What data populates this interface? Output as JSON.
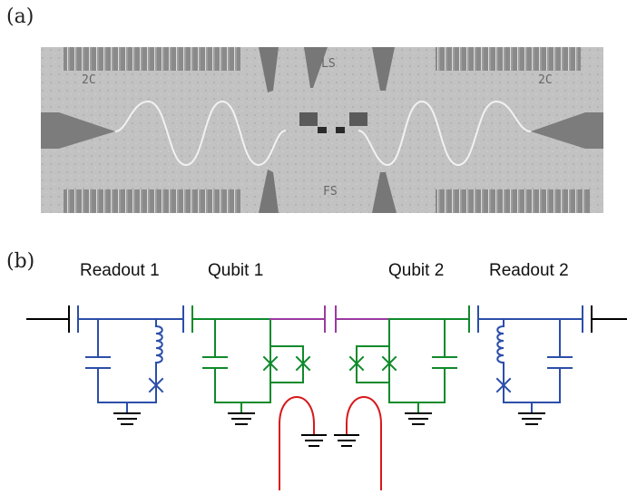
{
  "panels": {
    "a_label": "(a)",
    "b_label": "(b)"
  },
  "micrograph": {
    "corner_marks": {
      "top_left": "2C",
      "top_right": "2C"
    },
    "top_center_mark": "LS",
    "bottom_center_mark": "FS"
  },
  "circuit": {
    "labels": {
      "readout1": "Readout 1",
      "qubit1": "Qubit 1",
      "qubit2": "Qubit 2",
      "readout2": "Readout 2"
    },
    "colors": {
      "readout": "#2b4ea8",
      "qubit": "#0f8a2b",
      "coupler": "#9b3aa0",
      "flux": "#d7191c",
      "line": "#000000"
    }
  }
}
